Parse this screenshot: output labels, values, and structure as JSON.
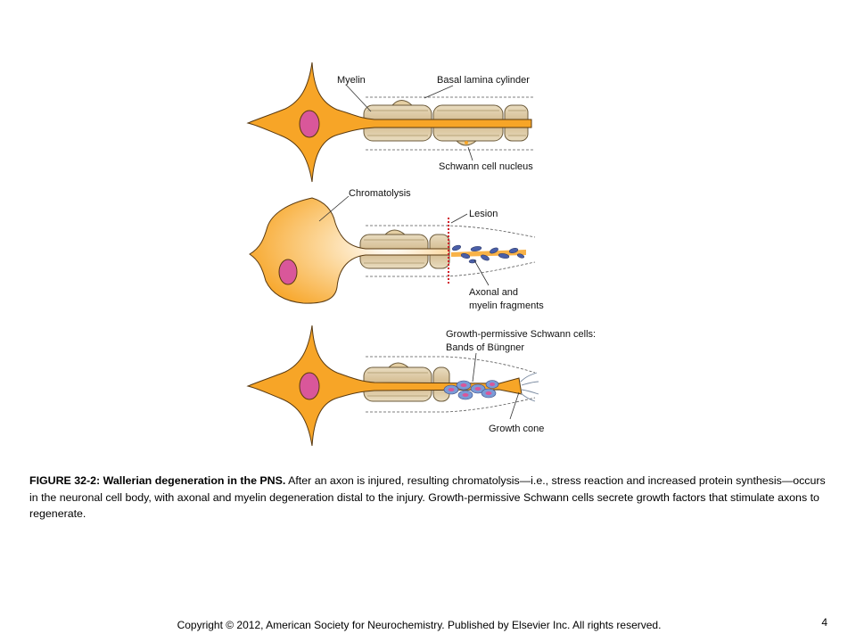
{
  "labels": {
    "myelin": "Myelin",
    "basal_lamina": "Basal lamina cylinder",
    "schwann_nucleus": "Schwann cell nucleus",
    "chromatolysis": "Chromatolysis",
    "lesion": "Lesion",
    "fragments_line1": "Axonal and",
    "fragments_line2": "myelin fragments",
    "growth_permissive_line1": "Growth-permissive Schwann cells:",
    "growth_permissive_line2": "Bands of Büngner",
    "growth_cone": "Growth cone"
  },
  "caption": {
    "title": "FIGURE 32-2: Wallerian degeneration in the PNS.",
    "body": " After an axon is injured, resulting chromatolysis—i.e., stress reaction and increased protein synthesis—occurs in the neuronal cell body, with axonal and myelin degeneration distal to the injury. Growth-permissive Schwann cells secrete growth factors that stimulate axons to regenerate."
  },
  "footer": {
    "copyright": "Copyright © 2012, American Society for Neurochemistry. Published by Elsevier Inc. All rights reserved.",
    "page_number": "4"
  },
  "colors": {
    "neuron": "#f7a527",
    "neuron_outline": "#5a3a10",
    "nucleus": "#d9579a",
    "myelin": "#dcc7a0",
    "lesion": "#d0202a",
    "fragment": "#4a5fa8"
  }
}
